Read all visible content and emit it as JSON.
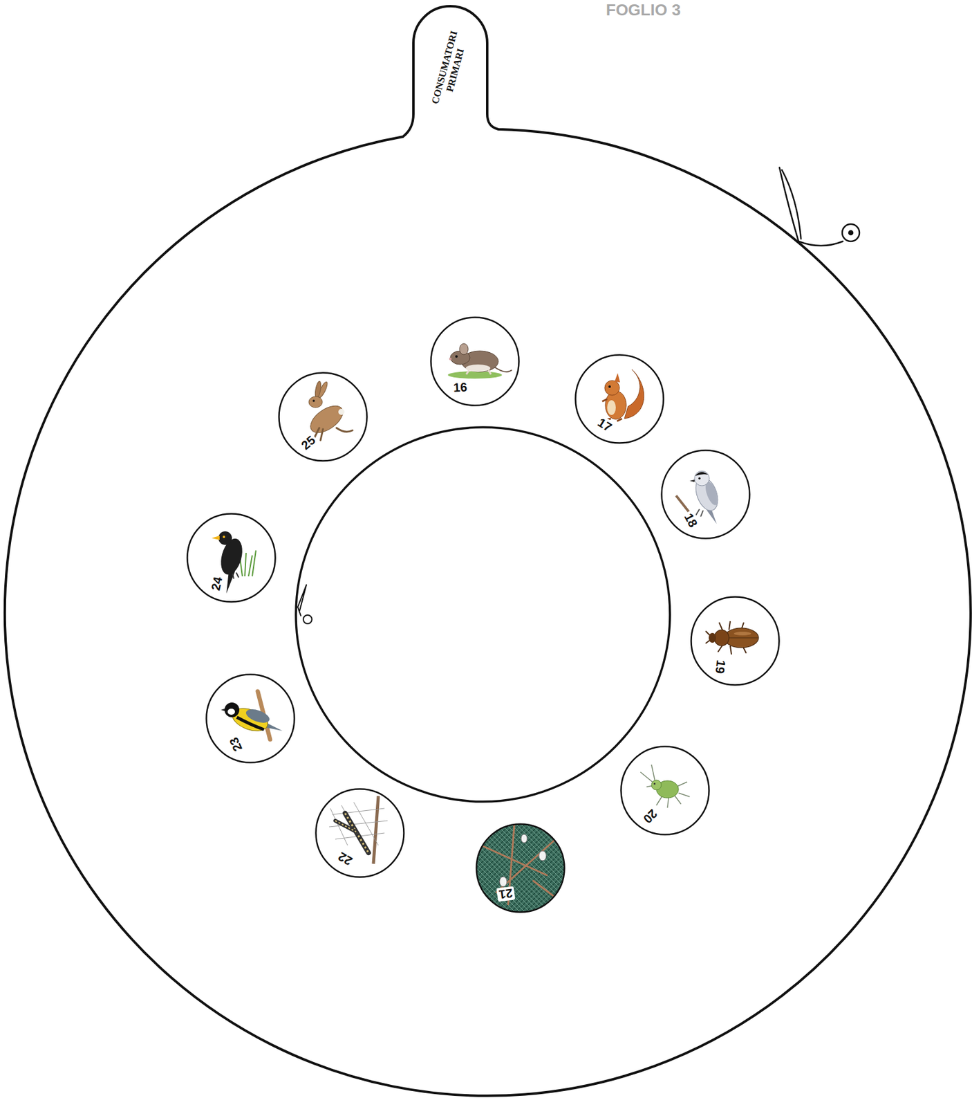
{
  "diagram": {
    "nodes": [
      {
        "text": [
          "CONSUMATORI PRIMARI"
        ]
      },
      {
        "text": [
          "16"
        ],
        "in": 0
      },
      {
        "text": [
          "17"
        ],
        "in": 0
      },
      {
        "text": [
          "18"
        ],
        "in": 0
      },
      {
        "text": [
          "19"
        ],
        "in": 0
      },
      {
        "text": [
          "20"
        ],
        "in": 0
      },
      {
        "text": [
          "21"
        ],
        "in": 0
      },
      {
        "text": [
          "22"
        ],
        "in": 0
      },
      {
        "text": [
          "23"
        ],
        "in": 0
      },
      {
        "text": [
          "24"
        ],
        "in": 0
      },
      {
        "text": [
          "25"
        ],
        "in": 0
      }
    ],
    "labels": [
      "FOGLIO 3"
    ]
  }
}
